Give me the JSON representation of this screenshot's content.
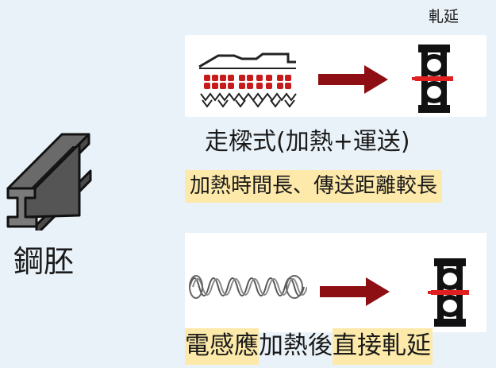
{
  "billet": {
    "icon": "steel-i-beam-icon",
    "label": "鋼胚"
  },
  "rolling_mill": {
    "label": "軋延",
    "icon": "rolling-mill-icon"
  },
  "walking_beam": {
    "icon": "walking-beam-furnace-icon",
    "title": "走樑式(加熱+運送)",
    "note": "加熱時間長、傳送距離較長"
  },
  "induction": {
    "icon": "induction-coil-icon",
    "caption_part1": "電感應",
    "caption_part2": "加熱後",
    "caption_part3": "直接軋延"
  },
  "colors": {
    "arrow": "#8e0f13",
    "highlight": "#fde9a9",
    "background": "#e9f2f9",
    "steel": "#5c5c5c",
    "red_billets": "#c71a1a"
  }
}
